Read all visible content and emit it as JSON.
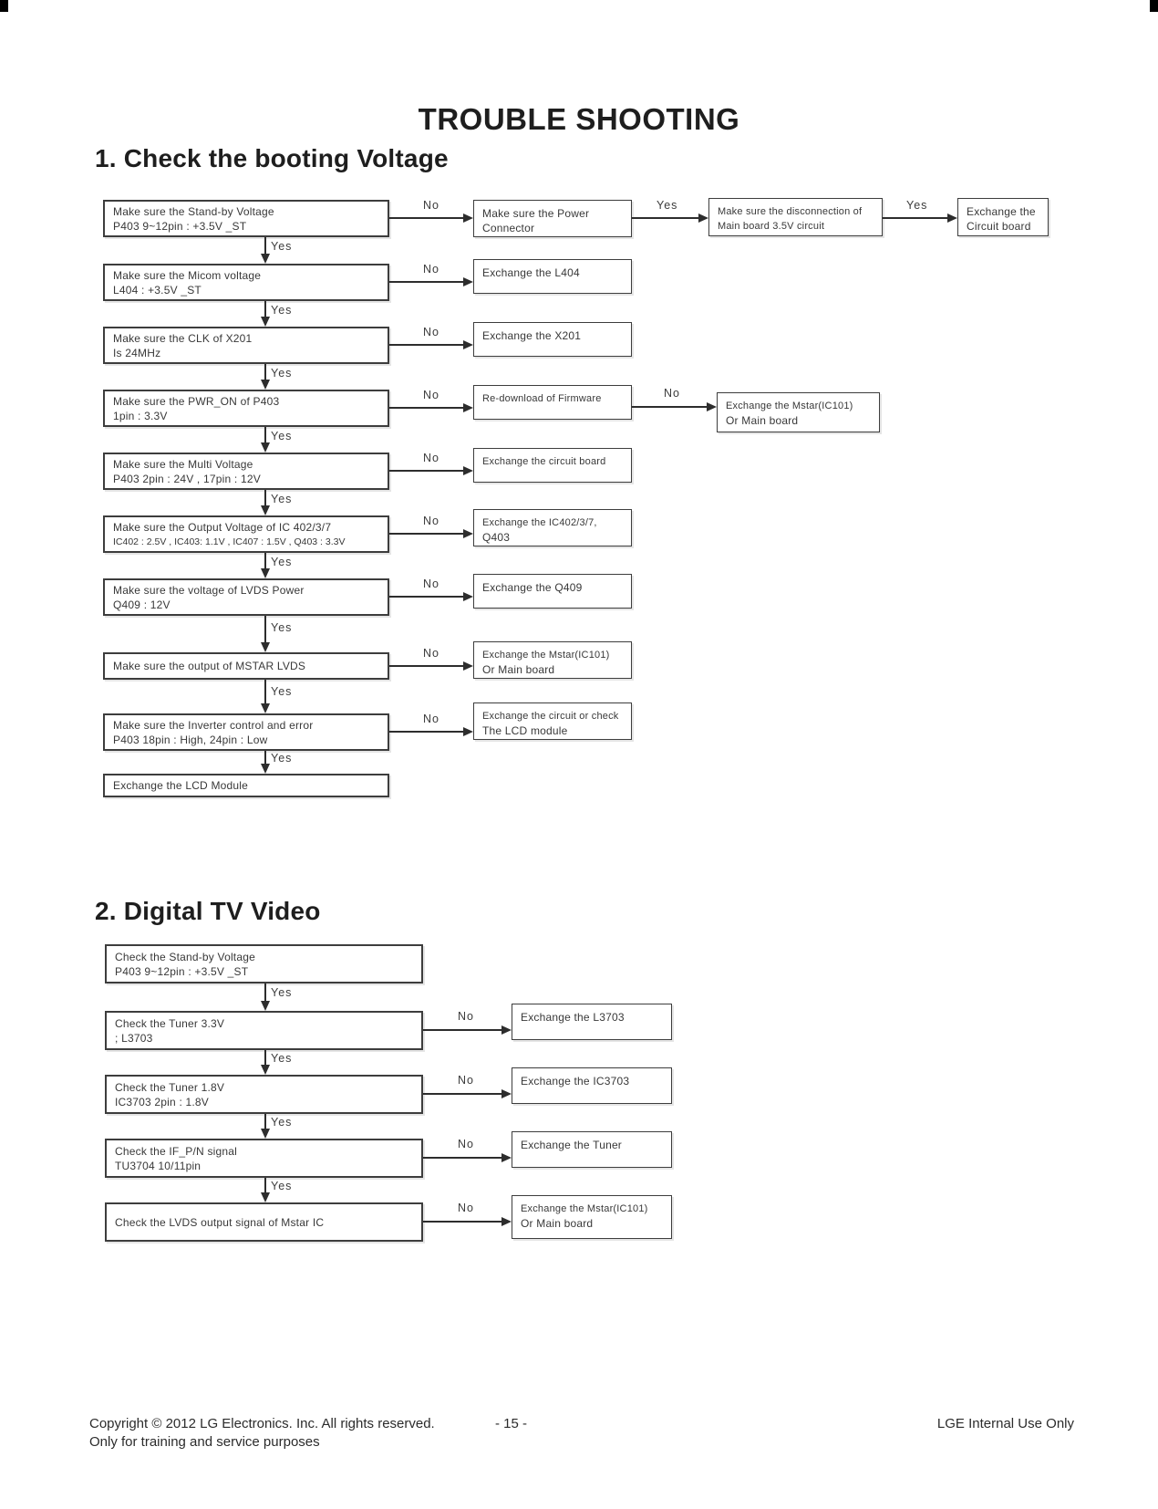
{
  "page": {
    "title": "TROUBLE SHOOTING",
    "footer": {
      "copyright_line1": "Copyright  © 2012  LG Electronics. Inc. All rights reserved.",
      "copyright_line2": "Only for training and service purposes",
      "page_number": "- 15 -",
      "right_note": "LGE Internal Use Only"
    }
  },
  "labels": {
    "yes": "Yes",
    "no": "No"
  },
  "section1": {
    "heading": "1. Check the booting Voltage",
    "nodes": {
      "standby": {
        "l1": "Make sure the Stand-by Voltage",
        "l2": "P403 9~12pin : +3.5V _ST"
      },
      "power_connector": {
        "l1": "Make sure the Power",
        "l2": "Connector"
      },
      "disconnection": {
        "l1": "Make sure the disconnection of",
        "l2": "Main board 3.5V circuit"
      },
      "ex_circuit_board": {
        "l1": "Exchange the",
        "l2": "Circuit board"
      },
      "micom": {
        "l1": "Make sure the Micom voltage",
        "l2": "L404 : +3.5V _ST"
      },
      "ex_l404": {
        "l1": "Exchange the L404"
      },
      "clk": {
        "l1": "Make sure the CLK of X201",
        "l2": "Is 24MHz"
      },
      "ex_x201": {
        "l1": "Exchange the X201"
      },
      "pwr_on": {
        "l1": "Make sure the PWR_ON of P403",
        "l2": "1pin : 3.3V"
      },
      "redownload": {
        "l1": "Re-download of Firmware"
      },
      "ex_mstar_a": {
        "l1": "Exchange the Mstar(IC101)",
        "l2": "Or Main board"
      },
      "multi": {
        "l1": "Make sure the Multi Voltage",
        "l2": "P403 2pin : 24V , 17pin : 12V"
      },
      "ex_circuit": {
        "l1": "Exchange the circuit board"
      },
      "output_ic": {
        "l1": "Make sure the Output Voltage of IC 402/3/7",
        "l2": "IC402 : 2.5V , IC403: 1.1V , IC407 : 1.5V , Q403 : 3.3V"
      },
      "ex_ic402": {
        "l1": "Exchange the IC402/3/7,",
        "l2": "Q403"
      },
      "lvds_power": {
        "l1": "Make sure the voltage of LVDS Power",
        "l2": "Q409 : 12V"
      },
      "ex_q409": {
        "l1": "Exchange the Q409"
      },
      "mstar_lvds": {
        "l1": "Make sure the output of MSTAR LVDS"
      },
      "ex_mstar_b": {
        "l1": "Exchange the Mstar(IC101)",
        "l2": "Or Main board"
      },
      "inverter": {
        "l1": "Make sure the Inverter control and error",
        "l2": "P403 18pin : High, 24pin : Low"
      },
      "ex_circuit_lcd": {
        "l1": "Exchange the circuit or check",
        "l2": "The LCD module"
      },
      "ex_lcd": {
        "l1": "Exchange the LCD Module"
      }
    }
  },
  "section2": {
    "heading": "2. Digital TV Video",
    "nodes": {
      "standby": {
        "l1": "Check the Stand-by Voltage",
        "l2": "P403 9~12pin : +3.5V _ST"
      },
      "tuner33": {
        "l1": "Check the Tuner 3.3V",
        "l2": "; L3703"
      },
      "ex_l3703": {
        "l1": "Exchange the L3703"
      },
      "tuner18": {
        "l1": "Check the Tuner 1.8V",
        "l2": "IC3703 2pin : 1.8V"
      },
      "ex_ic3703": {
        "l1": "Exchange the IC3703"
      },
      "ifpn": {
        "l1": "Check the IF_P/N signal",
        "l2": "TU3704 10/11pin"
      },
      "ex_tuner": {
        "l1": "Exchange the Tuner"
      },
      "lvds_out": {
        "l1": "Check the LVDS output signal of Mstar IC"
      },
      "ex_mstar": {
        "l1": "Exchange the Mstar(IC101)",
        "l2": "Or Main board"
      }
    }
  }
}
